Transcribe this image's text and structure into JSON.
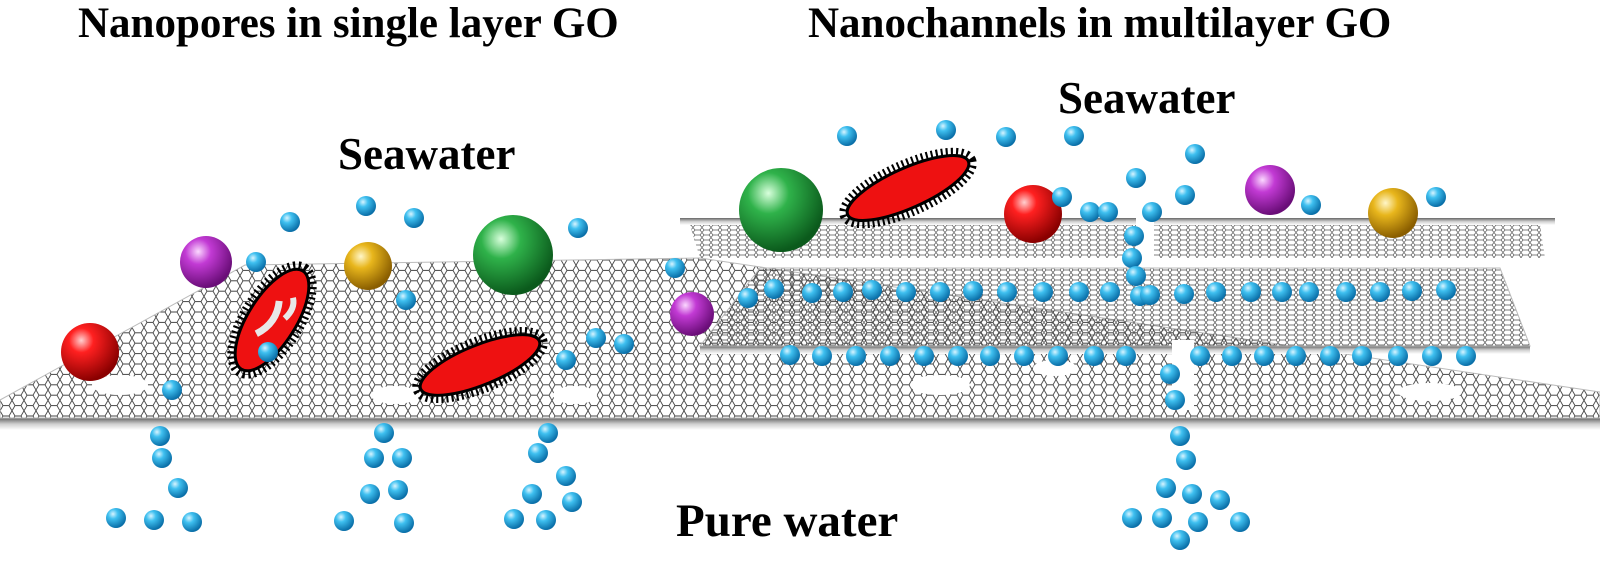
{
  "titles": {
    "single_layer": "Nanopores in single layer GO",
    "multilayer": "Nanochannels in multilayer GO"
  },
  "labels": {
    "seawater_single": "Seawater",
    "seawater_multi": "Seawater",
    "pure_water": "Pure water"
  },
  "colors": {
    "water": "#1aa3dc",
    "sodium_ion": "#d50000",
    "chloride_ion": "#1e9a3a",
    "magnesium_ion": "#c23ad4",
    "calcium_ion": "#e3b21a",
    "bacteria": "#ee1111",
    "graphene_mesh": "#333333"
  }
}
